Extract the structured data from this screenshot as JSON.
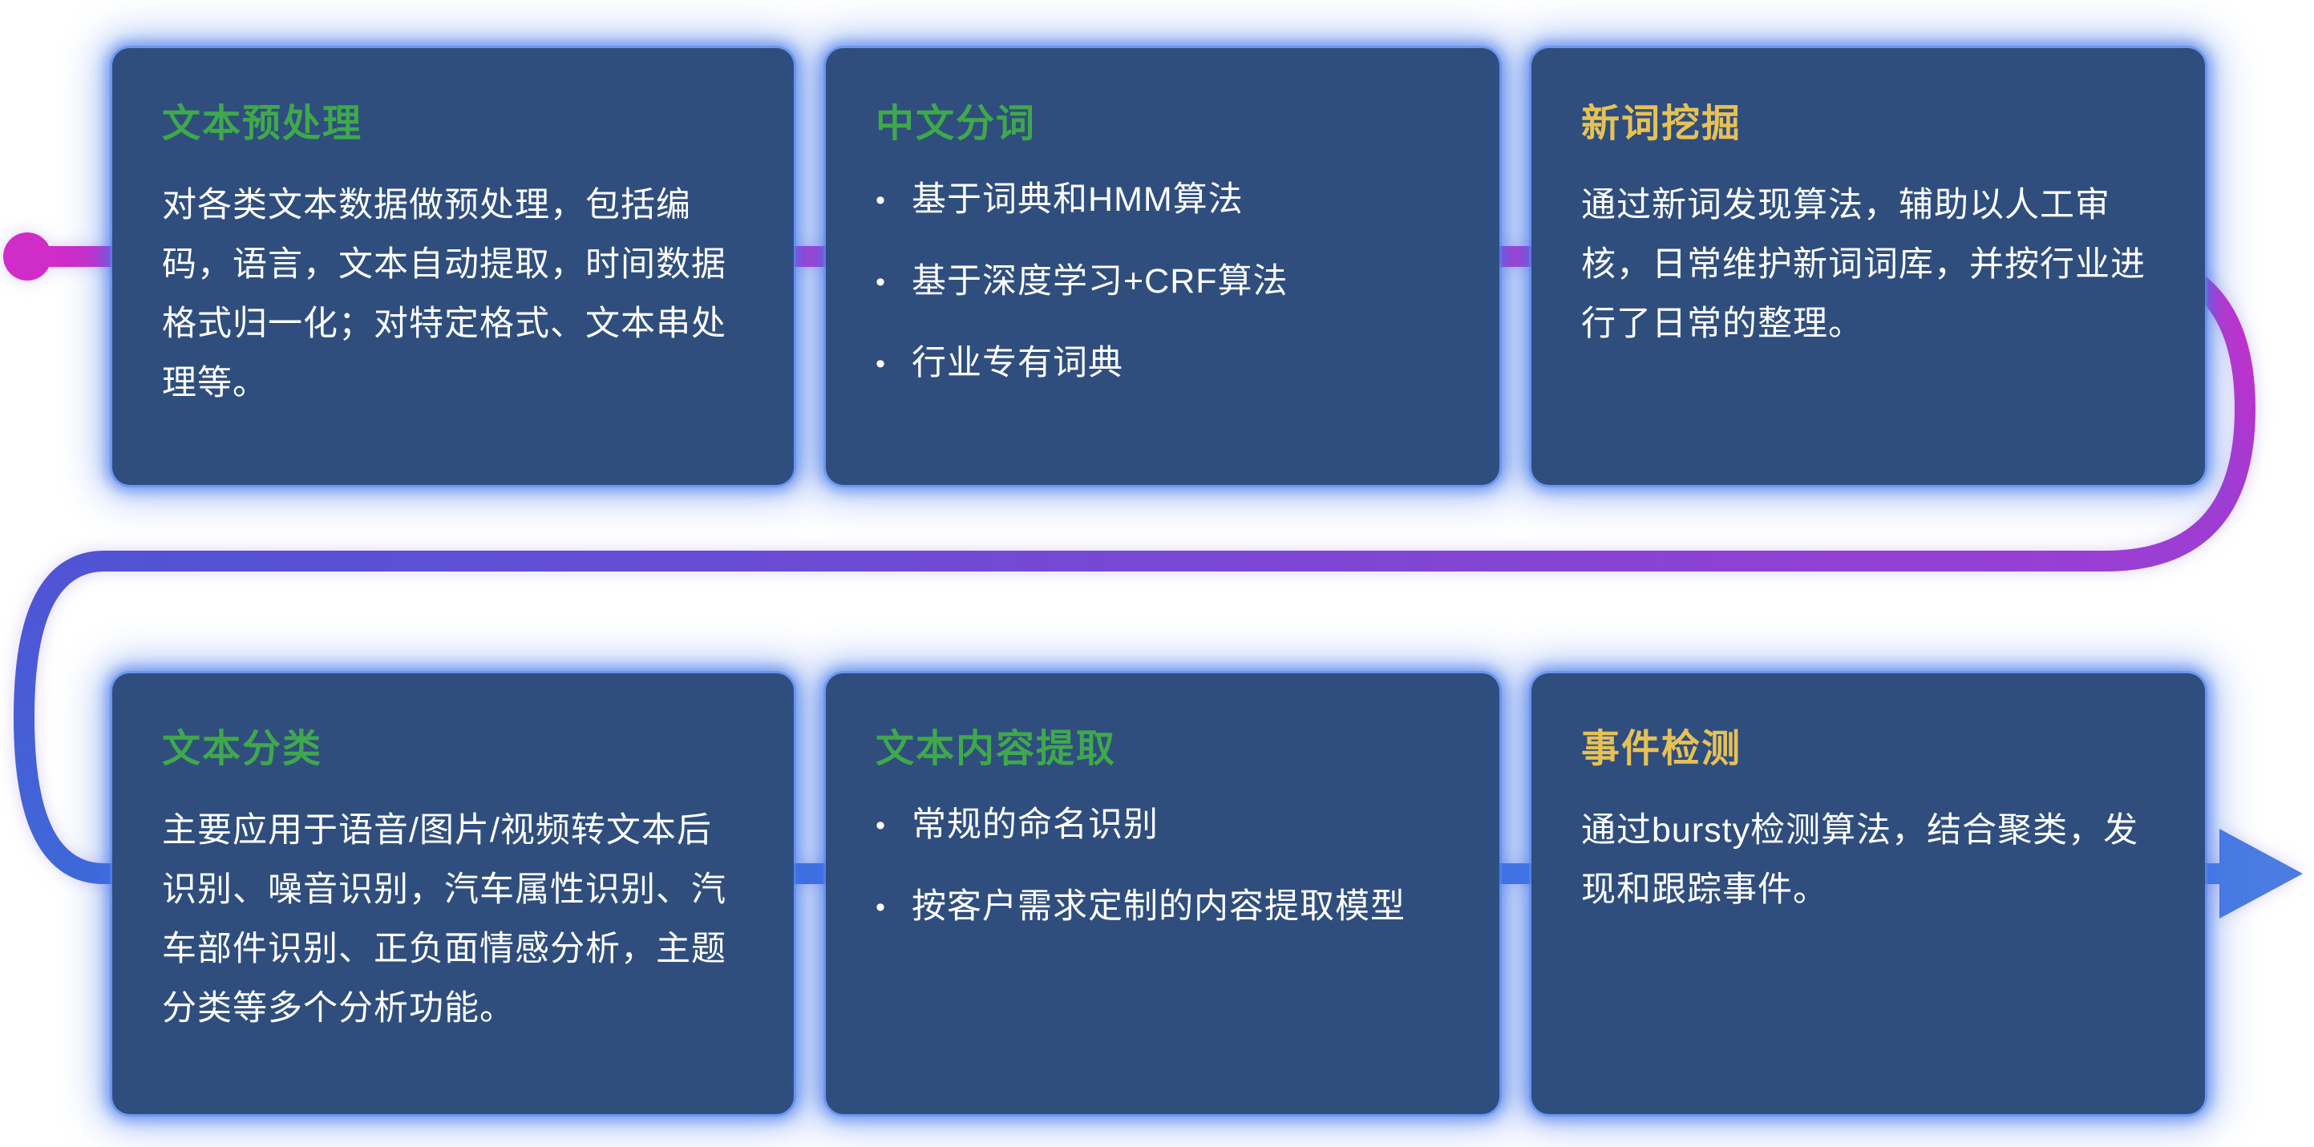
{
  "page": {
    "kind": "nlp-capability-flow-diagram"
  },
  "colors": {
    "background": "#ffffff",
    "card_bg": "#2f4e7d",
    "card_glow": "#3d74eb",
    "title_green": "#3fa84c",
    "title_yellow": "#e6c157",
    "body_text": "#ffffff",
    "line_magenta": "#d02cc8",
    "line_purple": "#9a3ed4",
    "line_blue_violet": "#5153d5",
    "line_blue": "#3e68d8",
    "arrow_blue": "#4a7ce2"
  },
  "flow": {
    "start_marker": "dot",
    "end_marker": "arrow-right",
    "direction": "left-to-right, snakes down and back across two rows"
  },
  "bullet_char": "•",
  "cards": [
    {
      "id": "text-preprocessing",
      "title": "文本预处理",
      "title_color": "green",
      "type": "paragraph",
      "body": "对各类文本数据做预处理，包括编码，语言，文本自动提取，时间数据格式归一化；对特定格式、文本串处理等。"
    },
    {
      "id": "chinese-word-segmentation",
      "title": "中文分词",
      "title_color": "green",
      "type": "bullets",
      "bullets": [
        "基于词典和HMM算法",
        "基于深度学习+CRF算法",
        "行业专有词典"
      ]
    },
    {
      "id": "new-word-mining",
      "title": "新词挖掘",
      "title_color": "yellow",
      "type": "paragraph",
      "body": "通过新词发现算法，辅助以人工审核，日常维护新词词库，并按行业进行了日常的整理。"
    },
    {
      "id": "text-classification",
      "title": "文本分类",
      "title_color": "green",
      "type": "paragraph",
      "body": "主要应用于语音/图片/视频转文本后识别、噪音识别，汽车属性识别、汽车部件识别、正负面情感分析，主题分类等多个分析功能。"
    },
    {
      "id": "text-content-extraction",
      "title": "文本内容提取",
      "title_color": "green",
      "type": "bullets",
      "bullets": [
        "常规的命名识别",
        "按客户需求定制的内容提取模型"
      ]
    },
    {
      "id": "event-detection",
      "title": "事件检测",
      "title_color": "yellow",
      "type": "paragraph",
      "body": "通过bursty检测算法，结合聚类，发现和跟踪事件。"
    }
  ]
}
